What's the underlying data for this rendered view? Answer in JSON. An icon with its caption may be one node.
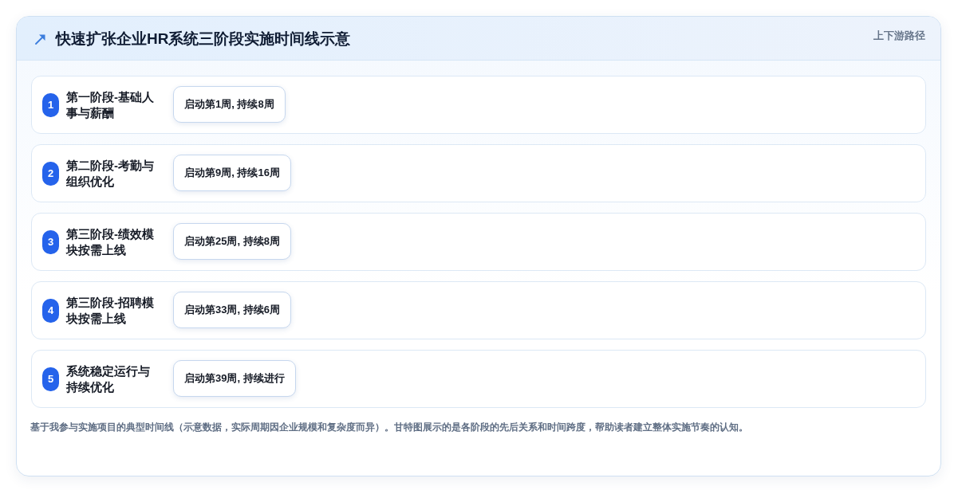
{
  "diagram": {
    "title": "快速扩张企业HR系统三阶段实施时间线示意",
    "caption": "基于我参与实施项目的典型时间线（示意数据，实际周期因企业规模和复杂度而异）。甘特图展示的是各阶段的先后关系和时间跨度，帮助读者建立整体实施节奏的认知。",
    "nodes": [
      {
        "text": [
          "第一阶段-基础人事与薪酬"
        ]
      },
      {
        "text": [
          "1"
        ],
        "in": 0
      },
      {
        "text": [
          "启动第1周, 持续8周"
        ],
        "in": 0
      },
      {
        "text": [
          "第二阶段-考勤与组织优化"
        ]
      },
      {
        "text": [
          "2"
        ],
        "in": 3
      },
      {
        "text": [
          "启动第9周, 持续16周"
        ],
        "in": 3
      },
      {
        "text": [
          "第三阶段-绩效模块按需上线"
        ]
      },
      {
        "text": [
          "3"
        ],
        "in": 6
      },
      {
        "text": [
          "启动第25周, 持续8周"
        ],
        "in": 6
      },
      {
        "text": [
          "第三阶段-招聘模块按需上线"
        ]
      },
      {
        "text": [
          "4"
        ],
        "in": 9
      },
      {
        "text": [
          "启动第33周, 持续6周"
        ],
        "in": 9
      },
      {
        "text": [
          "系统稳定运行与持续优化"
        ]
      },
      {
        "text": [
          "5"
        ],
        "in": 12
      },
      {
        "text": [
          "启动第39周, 持续进行"
        ],
        "in": 12
      }
    ],
    "labels": [
      "上下游路径"
    ]
  }
}
